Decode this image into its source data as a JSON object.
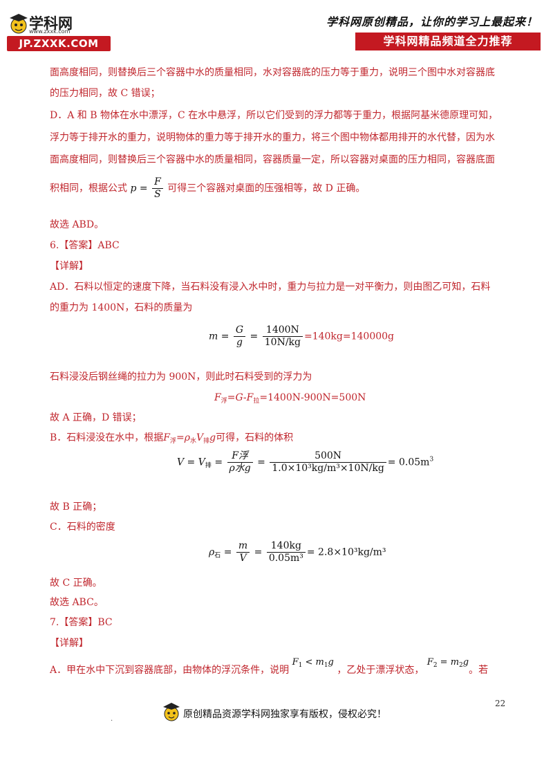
{
  "header": {
    "logo_title": "学科网",
    "logo_sub": "www.zxxk.com",
    "logo_bar": "JP.ZXXK.COM",
    "slogan": "学科网原创精品，让你的学习上最起来！",
    "slogan_bar": "学科网精品频道全力推荐"
  },
  "body": {
    "l1": "面高度相同，则替换后三个容器中水的质量相同，水对容器底的压力等于重力，说明三个图中水对容器底",
    "l2": "的压力相同，故 C 错误；",
    "l3": "D．A 和 B 物体在水中漂浮，C 在水中悬浮，所以它们受到的浮力都等于重力，根据阿基米德原理可知，",
    "l4": "浮力等于排开水的重力，说明物体的重力等于排开水的重力，将三个图中物体都用排开的水代替，因为水",
    "l5": "面高度相同，则替换后三个容器中水的质量相同，容器质量一定，所以容器对桌面的压力相同，容器底面",
    "l6a": "积相同，根据公式",
    "l6_p": "p",
    "l6_eq": " = ",
    "l6_num": "F",
    "l6_den": "S",
    "l6b": "可得三个容器对桌面的压强相等，故 D 正确。",
    "l7": "故选 ABD。",
    "l8": "6.【答案】ABC",
    "l9": "【详解】",
    "l10": "AD．石料以恒定的速度下降，当石料没有浸入水中时，重力与拉力是一对平衡力，则由图乙可知，石料",
    "l11": "的重力为 1400N，石料的质量为",
    "eq1_m": "m",
    "eq1_eq": " = ",
    "eq1_n1": "G",
    "eq1_d1": "g",
    "eq1_n2": "1400N",
    "eq1_d2": "10N/kg",
    "eq1_tail": "=140kg=140000g",
    "l12": "石料浸没后钢丝绳的拉力为 900N，则此时石料受到的浮力为",
    "eq2_f1": "F",
    "eq2_s1": "浮",
    "eq2_mid": "=G-F",
    "eq2_s2": "拉",
    "eq2_tail": "=1400N-900N=500N",
    "l13": "故 A 正确，D 错误；",
    "l14a": "B．石料浸没在水中，根据",
    "l14_f": "F",
    "l14_s1": "浮",
    "l14_rho": "=ρ",
    "l14_s2": "水",
    "l14_v": "V",
    "l14_s3": "排",
    "l14_g": "g",
    "l14b": "可得，石料的体积",
    "eq3_v": "V = V",
    "eq3_vs": "排",
    "eq3_n1": "F浮",
    "eq3_d1": "ρ水g",
    "eq3_n2": "500N",
    "eq3_d2": "1.0×10³kg/m³×10N/kg",
    "eq3_tail": "= 0.05m",
    "eq3_sup": "3",
    "l15": "故 B 正确；",
    "l16": "C．石料的密度",
    "eq4_rho": "ρ",
    "eq4_s": "石",
    "eq4_n1": "m",
    "eq4_d1": "V",
    "eq4_n2": "140kg",
    "eq4_d2": "0.05m³",
    "eq4_tail": "= 2.8×10³kg/m³",
    "l17": "故 C 正确。",
    "l18": "故选 ABC。",
    "l19": "7.【答案】BC",
    "l20": "【详解】",
    "l21a": "A．甲在水中下沉到容器底部，由物体的浮沉条件，说明",
    "l21_f1": "F",
    "l21_f1s": "1",
    "l21_f1r": " < m",
    "l21_f1rs": "1",
    "l21_f1g": "g",
    "l21b": "，乙处于漂浮状态，",
    "l21_f2": "F",
    "l21_f2s": "2",
    "l21_f2r": " = m",
    "l21_f2rs": "2",
    "l21_f2g": "g",
    "l21c": "。若"
  },
  "footer": {
    "page_number": "22",
    "text": "原创精品资源学科网独家享有版权，侵权必究！",
    "dot": "."
  }
}
